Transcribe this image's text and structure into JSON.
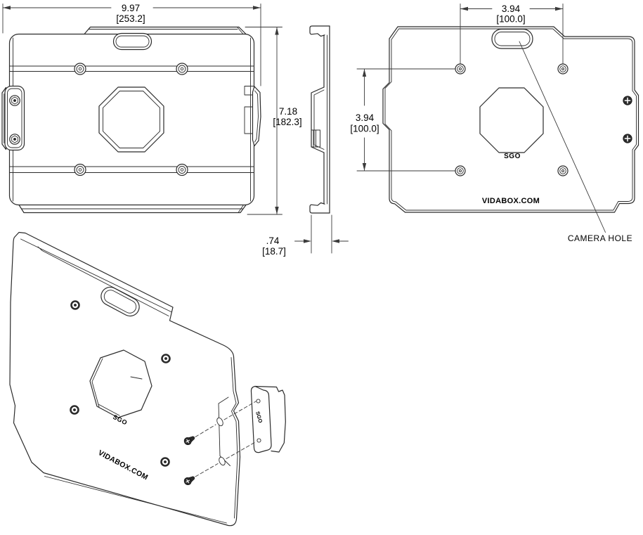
{
  "views": {
    "front": {
      "dim_width_in": "9.97",
      "dim_width_mm": "[253.2]",
      "dim_height_in": "7.18",
      "dim_height_mm": "[182.3]"
    },
    "side": {
      "dim_depth_in": ".74",
      "dim_depth_mm": "[18.7]"
    },
    "back": {
      "dim_hole_spacing_h_in": "3.94",
      "dim_hole_spacing_h_mm": "[100.0]",
      "dim_hole_spacing_v_in": "3.94",
      "dim_hole_spacing_v_mm": "[100.0]",
      "logo": "SGO",
      "website": "VIDABOX.COM",
      "camera_label": "CAMERA HOLE"
    },
    "isometric": {
      "logo": "SGO",
      "website": "VIDABOX.COM",
      "bracket_logo": "SGO"
    }
  },
  "colors": {
    "line": "#2b2b2b",
    "dim-line": "#3a3a3a",
    "text": "#000000",
    "background": "#ffffff"
  }
}
